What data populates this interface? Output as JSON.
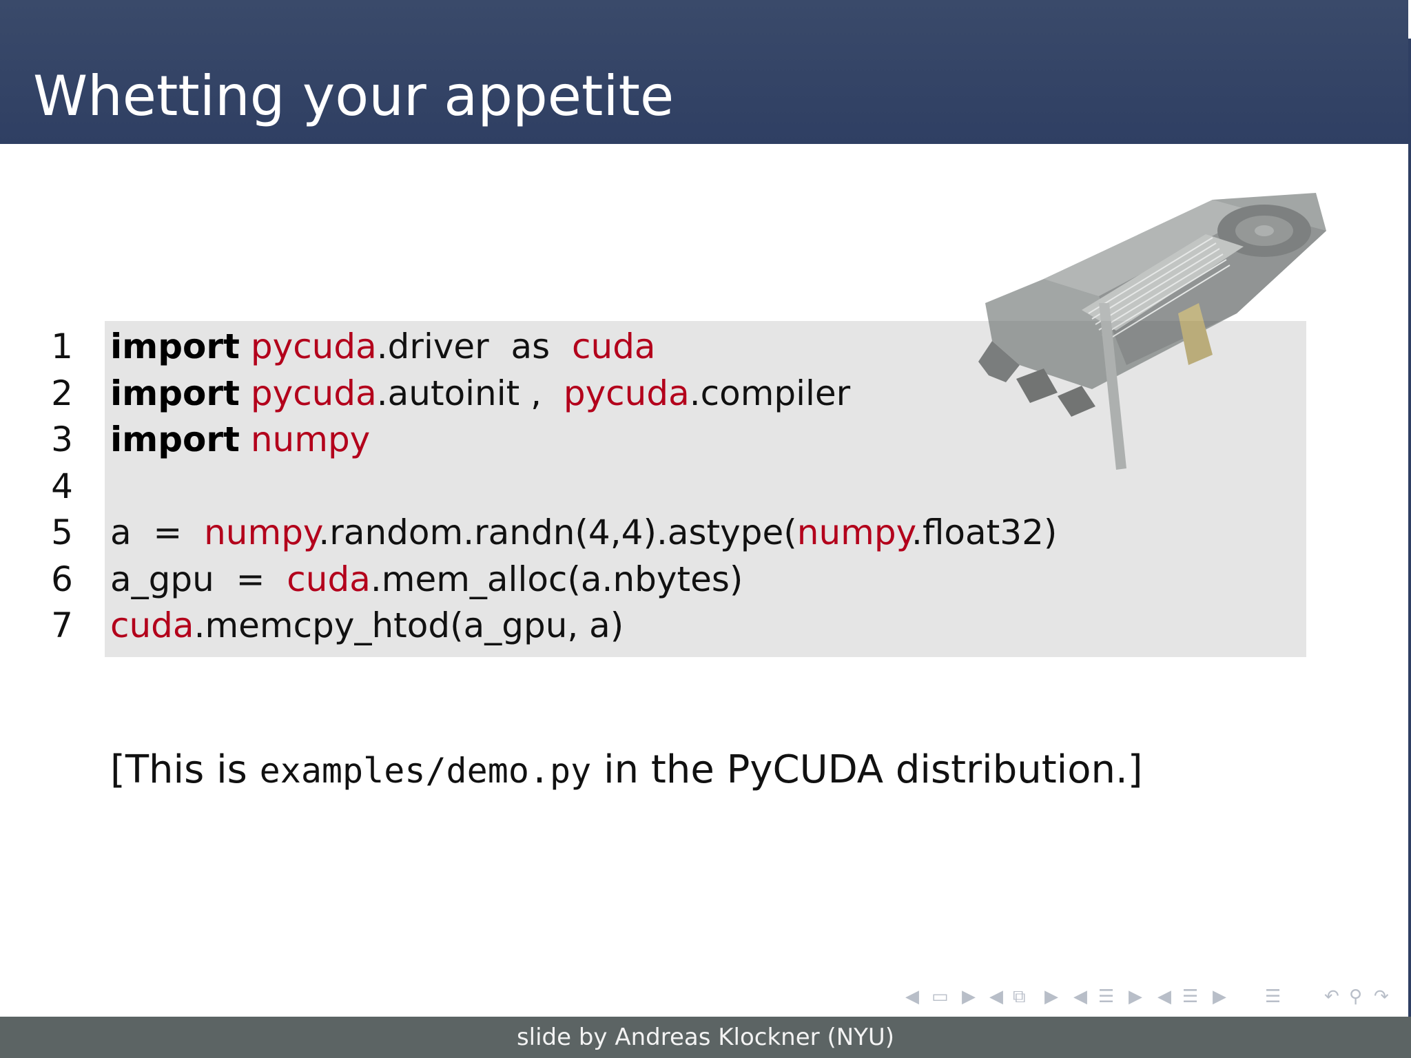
{
  "slide": {
    "title": "Whetting your appetite",
    "footer": "slide by Andreas Klockner (NYU)"
  },
  "code": {
    "line_numbers": [
      "1",
      "2",
      "3",
      "4",
      "5",
      "6",
      "7"
    ],
    "lines": [
      {
        "kw": "import",
        "m1": "pycuda",
        "t1": ".driver  as  ",
        "m2": "cuda"
      },
      {
        "kw": "import",
        "m1": "pycuda",
        "t1": ".autoinit ,  ",
        "m2": "pycuda",
        "t2": ".compiler"
      },
      {
        "kw": "import",
        "m1": "numpy"
      },
      {},
      {
        "t0": "a  =  ",
        "m1": "numpy",
        "t1": ".random.randn(4,4).astype(",
        "m2": "numpy",
        "t2": ".float32)"
      },
      {
        "t0": "a_gpu  =  ",
        "m1": "cuda",
        "t1": ".mem_alloc(a.nbytes)"
      },
      {
        "m1": "cuda",
        "t1": ".memcpy_htod(a_gpu, a)"
      }
    ]
  },
  "caption": {
    "before": "[This is ",
    "code": "examples/demo.py",
    "after": " in the PyCUDA distribution.]"
  },
  "colors": {
    "header_bg": "#2f3f63",
    "module_red": "#b3001b",
    "code_bg": "#e5e5e5",
    "footer_bg": "#5c6464"
  },
  "icons": {
    "nav": [
      "triangle-left-icon",
      "frame-icon",
      "triangle-right-icon",
      "triangle-left-icon",
      "subsection-icon",
      "triangle-right-icon",
      "triangle-left-icon",
      "section-icon",
      "triangle-right-icon",
      "triangle-left-icon",
      "presentation-icon",
      "triangle-right-icon",
      "appendix-icon",
      "back-icon",
      "search-icon",
      "forward-icon"
    ]
  }
}
